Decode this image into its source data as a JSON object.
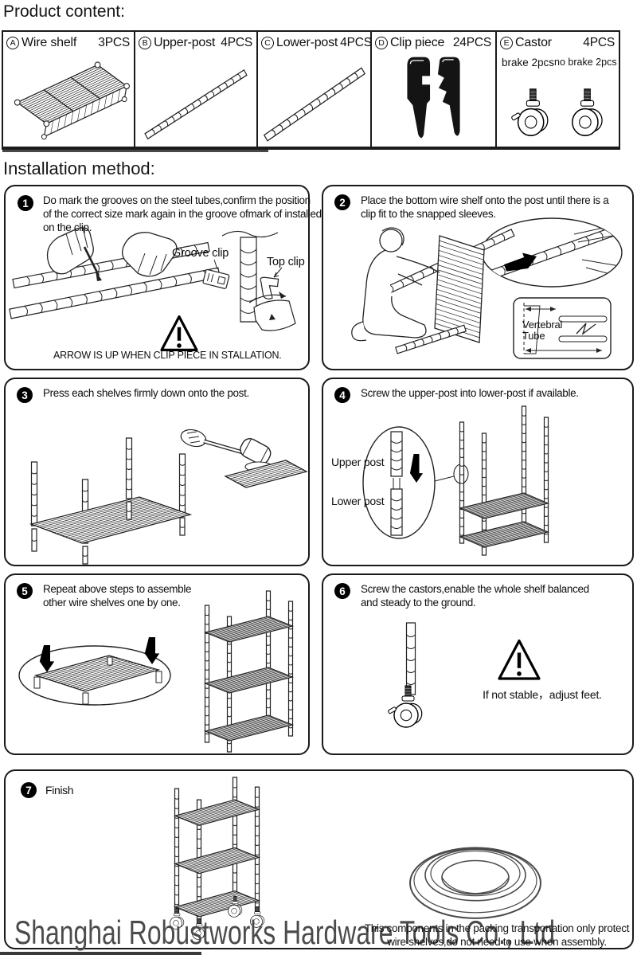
{
  "headings": {
    "product_content": "Product content:",
    "installation_method": "Installation method:"
  },
  "parts": {
    "a": {
      "letter": "A",
      "name": "Wire shelf",
      "qty": "3PCS"
    },
    "b": {
      "letter": "B",
      "name": "Upper-post",
      "qty": "4PCS"
    },
    "c": {
      "letter": "C",
      "name": "Lower-post",
      "qty": "4PCS"
    },
    "d": {
      "letter": "D",
      "name": "Clip piece",
      "qty": "24PCS"
    },
    "e": {
      "letter": "E",
      "name": "Castor",
      "qty": "4PCS",
      "brake_label": "brake 2pcs",
      "no_brake_label": "no brake 2pcs"
    }
  },
  "steps": [
    {
      "num": "1",
      "lines": [
        "Do mark the grooves on the steel tubes,confirm the position",
        "of the correct size mark again in the groove ofmark of installed",
        "on the clip."
      ],
      "labels": {
        "groove_clip": "Groove clip",
        "top_clip": "Top clip"
      },
      "caption": "ARROW IS UP WHEN CLIP PIECE IN STALLATION."
    },
    {
      "num": "2",
      "lines": [
        "Place the bottom wire shelf onto the post until there is a",
        "clip fit to the snapped sleeves."
      ],
      "labels": {
        "vertebral_tube": "Vertebral Tube"
      }
    },
    {
      "num": "3",
      "lines": [
        "Press each shelves firmly down onto the post."
      ]
    },
    {
      "num": "4",
      "lines": [
        "Screw the upper-post into lower-post if available."
      ],
      "labels": {
        "upper_post": "Upper post",
        "lower_post": "Lower post"
      }
    },
    {
      "num": "5",
      "lines": [
        "Repeat above steps to assemble",
        "other wire shelves one by one."
      ]
    },
    {
      "num": "6",
      "lines": [
        "Screw the castors,enable the whole shelf balanced",
        "and steady to the ground."
      ],
      "caption": "If not stable，adjust feet."
    },
    {
      "num": "7",
      "lines": [
        "Finish"
      ]
    }
  ],
  "footer": {
    "company": "Shanghai Robustworks Hardware Tools Co., Ltd",
    "note_line1": "This components in the packing transportation only protect",
    "note_line2": "wire shelves,do not need to use when assembly."
  }
}
